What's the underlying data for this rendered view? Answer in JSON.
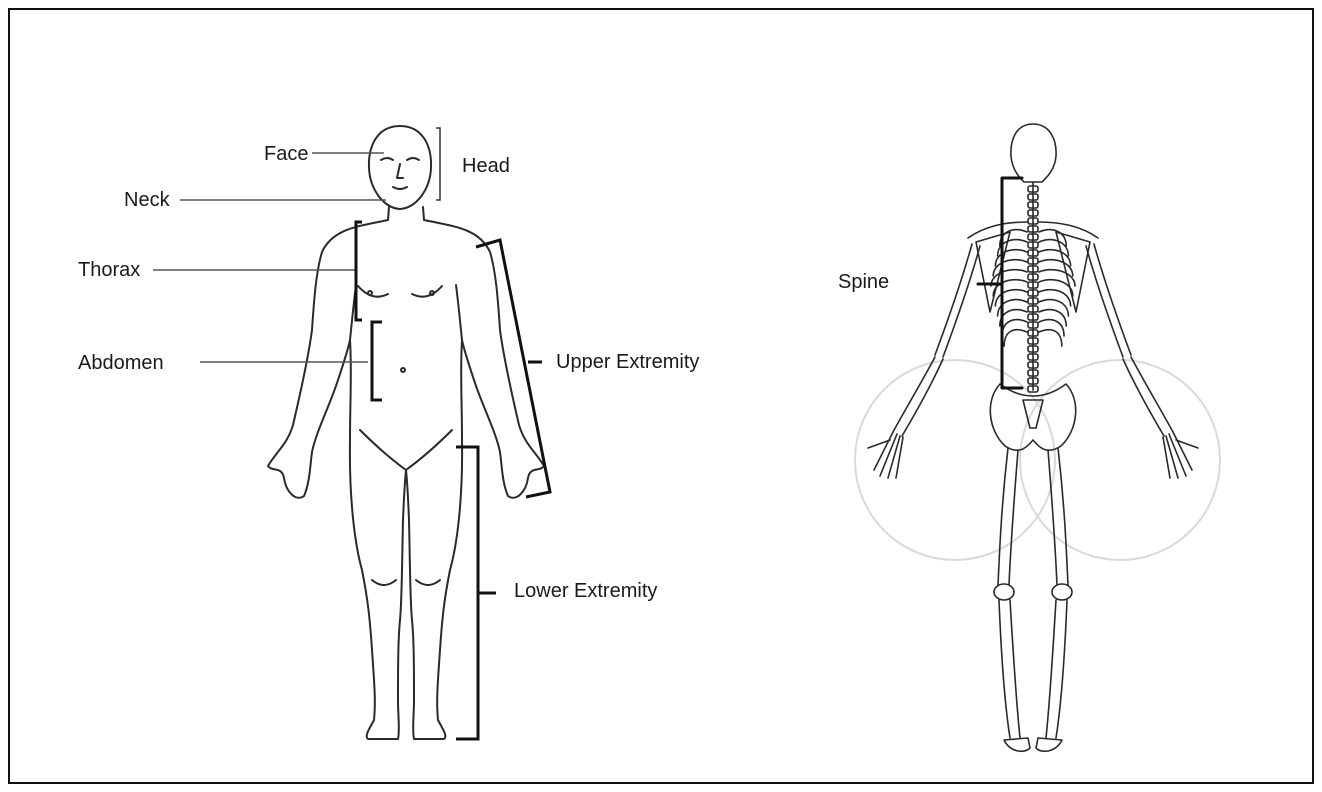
{
  "colors": {
    "outline": "#2a2a2a",
    "bracket": "#111111",
    "leader": "#555555",
    "halo": "#d9d9d9"
  },
  "labels": {
    "face": "Face",
    "head": "Head",
    "neck": "Neck",
    "thorax": "Thorax",
    "abdomen": "Abdomen",
    "upper_extremity": "Upper Extremity",
    "lower_extremity": "Lower Extremity",
    "spine": "Spine"
  },
  "figures": {
    "front": "human-body-front-outline",
    "back": "skeleton-back-view"
  }
}
